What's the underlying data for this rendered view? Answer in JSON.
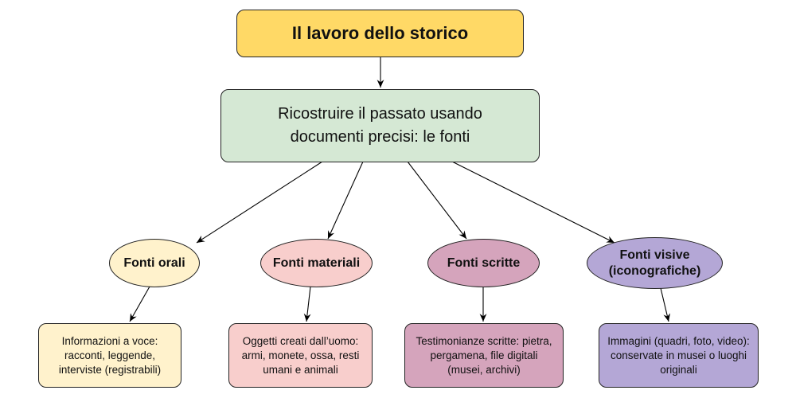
{
  "title": "Il lavoro dello storico",
  "main": "Ricostruire il passato usando documenti precisi: le fonti",
  "categories": [
    {
      "label": "Fonti orali",
      "description": "Informazioni a voce: racconti, leggende, interviste (registrabili)",
      "color": "#FFF2CC"
    },
    {
      "label": "Fonti materiali",
      "description": "Oggetti creati dall’uomo: armi, monete, ossa, resti umani e animali",
      "color": "#F8CECC"
    },
    {
      "label": "Fonti scritte",
      "description": "Testimonianze scritte: pietra, pergamena, file digitali (musei, archivi)",
      "color": "#D5A4BC"
    },
    {
      "label": "Fonti visive (iconografiche)",
      "description": "Immagini (quadri, foto, video): conservate in musei o luoghi originali",
      "color": "#B4A7D6"
    }
  ],
  "colors": {
    "title": "#FFD966",
    "main": "#D5E8D4"
  }
}
